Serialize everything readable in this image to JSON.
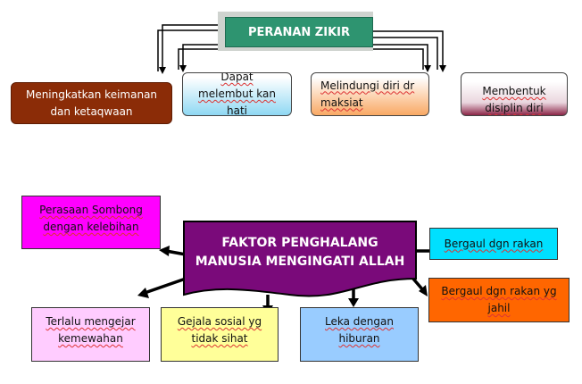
{
  "top": {
    "title": "PERANAN ZIKIR",
    "roles": [
      {
        "text": "Meningkatkan keimanan dan ketaqwaan"
      },
      {
        "text": "Dapat melembut kan hati"
      },
      {
        "text": "Melindungi diri dr maksiat"
      },
      {
        "text": "Membentuk disiplin diri"
      }
    ]
  },
  "bottom": {
    "title": "FAKTOR PENGHALANG MANUSIA MENGINGATI ALLAH",
    "factors": [
      {
        "text": "Perasaan Sombong dengan kelebihan"
      },
      {
        "text": "Bergaul dgn rakan"
      },
      {
        "text": "Bergaul dgn rakan yg jahil"
      },
      {
        "text": "Terlalu mengejar kemewahan"
      },
      {
        "text": "Gejala sosial yg tidak sihat"
      },
      {
        "text": "Leka dengan hiburan"
      }
    ]
  },
  "colors": {
    "title_green": "#2e9470",
    "role1": "#8b2c07",
    "banner_purple": "#7a0a7a",
    "magenta": "#ff00ff",
    "cyan": "#00e0ff",
    "orange": "#ff6600",
    "pink": "#ffccff",
    "yellow": "#ffff99",
    "lightblue": "#99ccff"
  }
}
